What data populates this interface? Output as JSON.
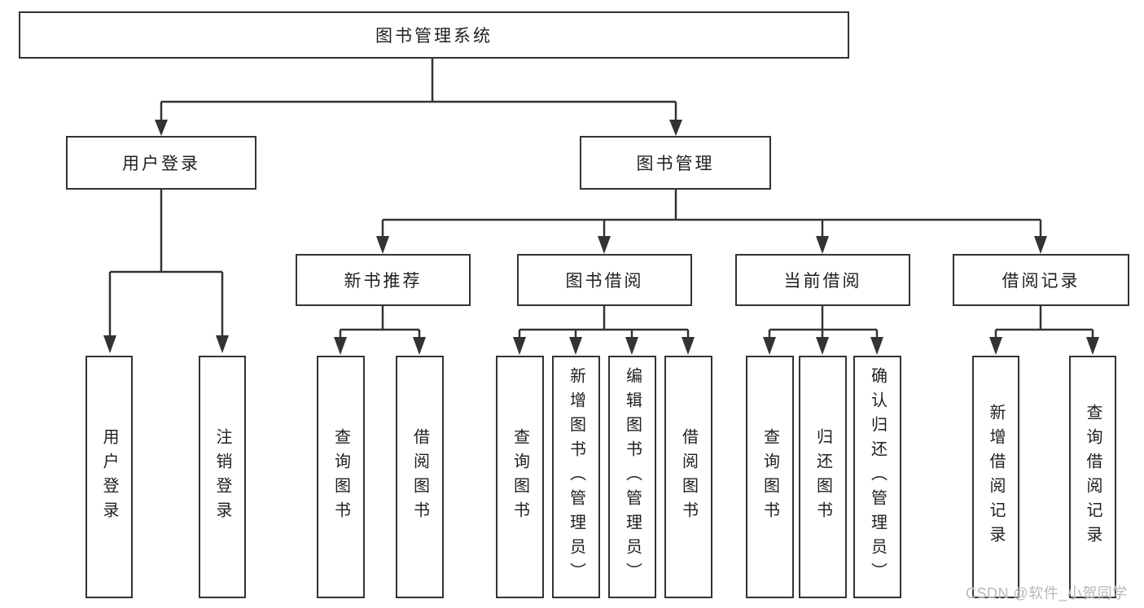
{
  "diagram": {
    "root": {
      "label": "图书管理系统"
    },
    "branches": [
      {
        "label": "用户登录",
        "children": [
          {
            "label": "用户登录"
          },
          {
            "label": "注销登录"
          }
        ]
      },
      {
        "label": "图书管理",
        "children": [
          {
            "label": "新书推荐",
            "children": [
              {
                "label": "查询图书"
              },
              {
                "label": "借阅图书"
              }
            ]
          },
          {
            "label": "图书借阅",
            "children": [
              {
                "label": "查询图书"
              },
              {
                "label": "新增图书（管理员）"
              },
              {
                "label": "编辑图书（管理员）"
              },
              {
                "label": "借阅图书"
              }
            ]
          },
          {
            "label": "当前借阅",
            "children": [
              {
                "label": "查询图书"
              },
              {
                "label": "归还图书"
              },
              {
                "label": "确认归还（管理员）"
              }
            ]
          },
          {
            "label": "借阅记录",
            "children": [
              {
                "label": "新增借阅记录"
              },
              {
                "label": "查询借阅记录"
              }
            ]
          }
        ]
      }
    ]
  },
  "watermark": {
    "text": "CSDN @软件_小贺同学"
  },
  "colors": {
    "line": "#333333",
    "text": "#1f1f1f",
    "watermark": "#b8b8b8",
    "background": "#ffffff"
  }
}
